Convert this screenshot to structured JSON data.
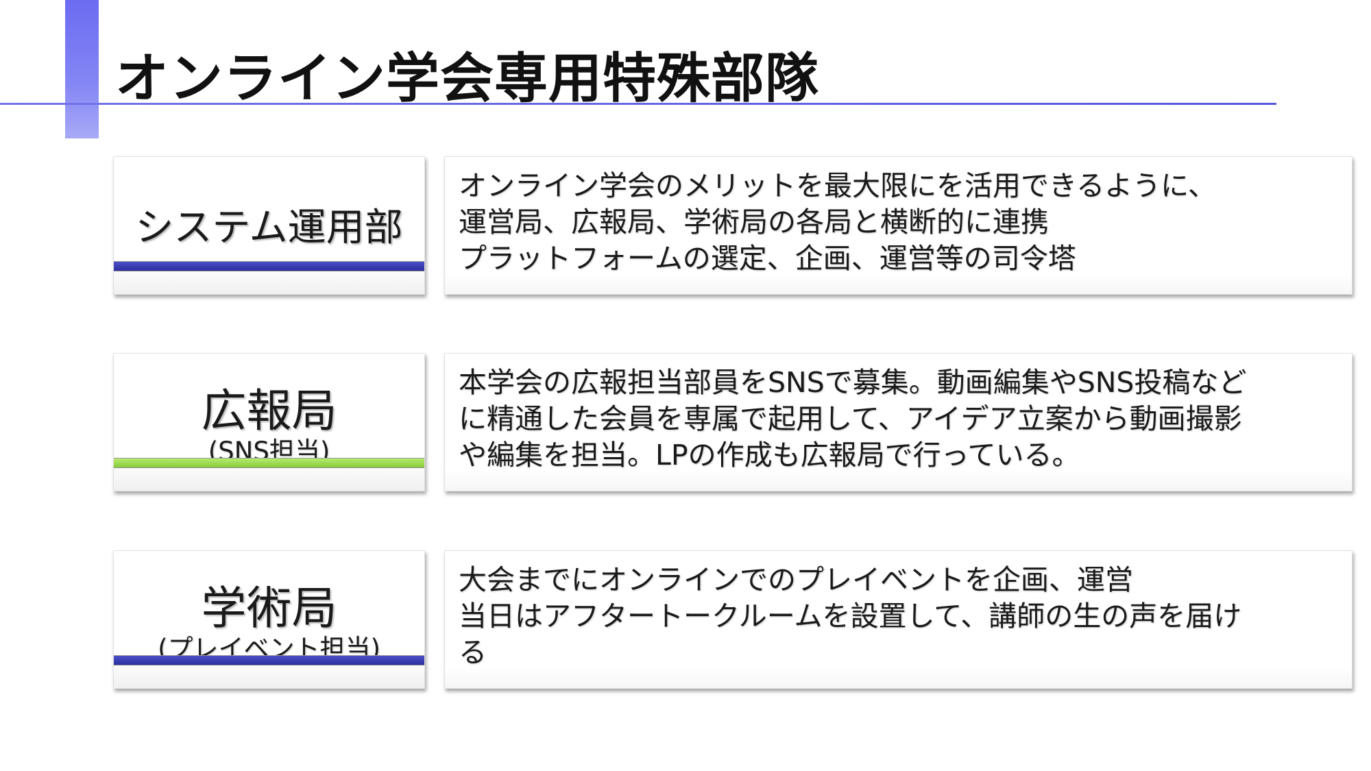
{
  "slide": {
    "title": "オンライン学会専用特殊部隊"
  },
  "sections": [
    {
      "label": "システム運用部",
      "sublabel": "",
      "stripe_color": "#2c2f9e",
      "description": "オンライン学会のメリットを最大限にを活用できるように、\n運営局、広報局、学術局の各局と横断的に連携\nプラットフォームの選定、企画、運営等の司令塔"
    },
    {
      "label": "広報局",
      "sublabel": "(SNS担当)",
      "stripe_color": "#84cc3a",
      "description": "本学会の広報担当部員をSNSで募集。動画編集やSNS投稿など\nに精通した会員を専属で起用して、アイデア立案から動画撮影\nや編集を担当。LPの作成も広報局で行っている。"
    },
    {
      "label": "学術局",
      "sublabel": "(プレイベント担当)",
      "stripe_color": "#2c2f9e",
      "description": "大会までにオンラインでのプレイベントを企画、運営\n当日はアフタートークルームを設置して、講師の生の声を届け\nる"
    }
  ]
}
